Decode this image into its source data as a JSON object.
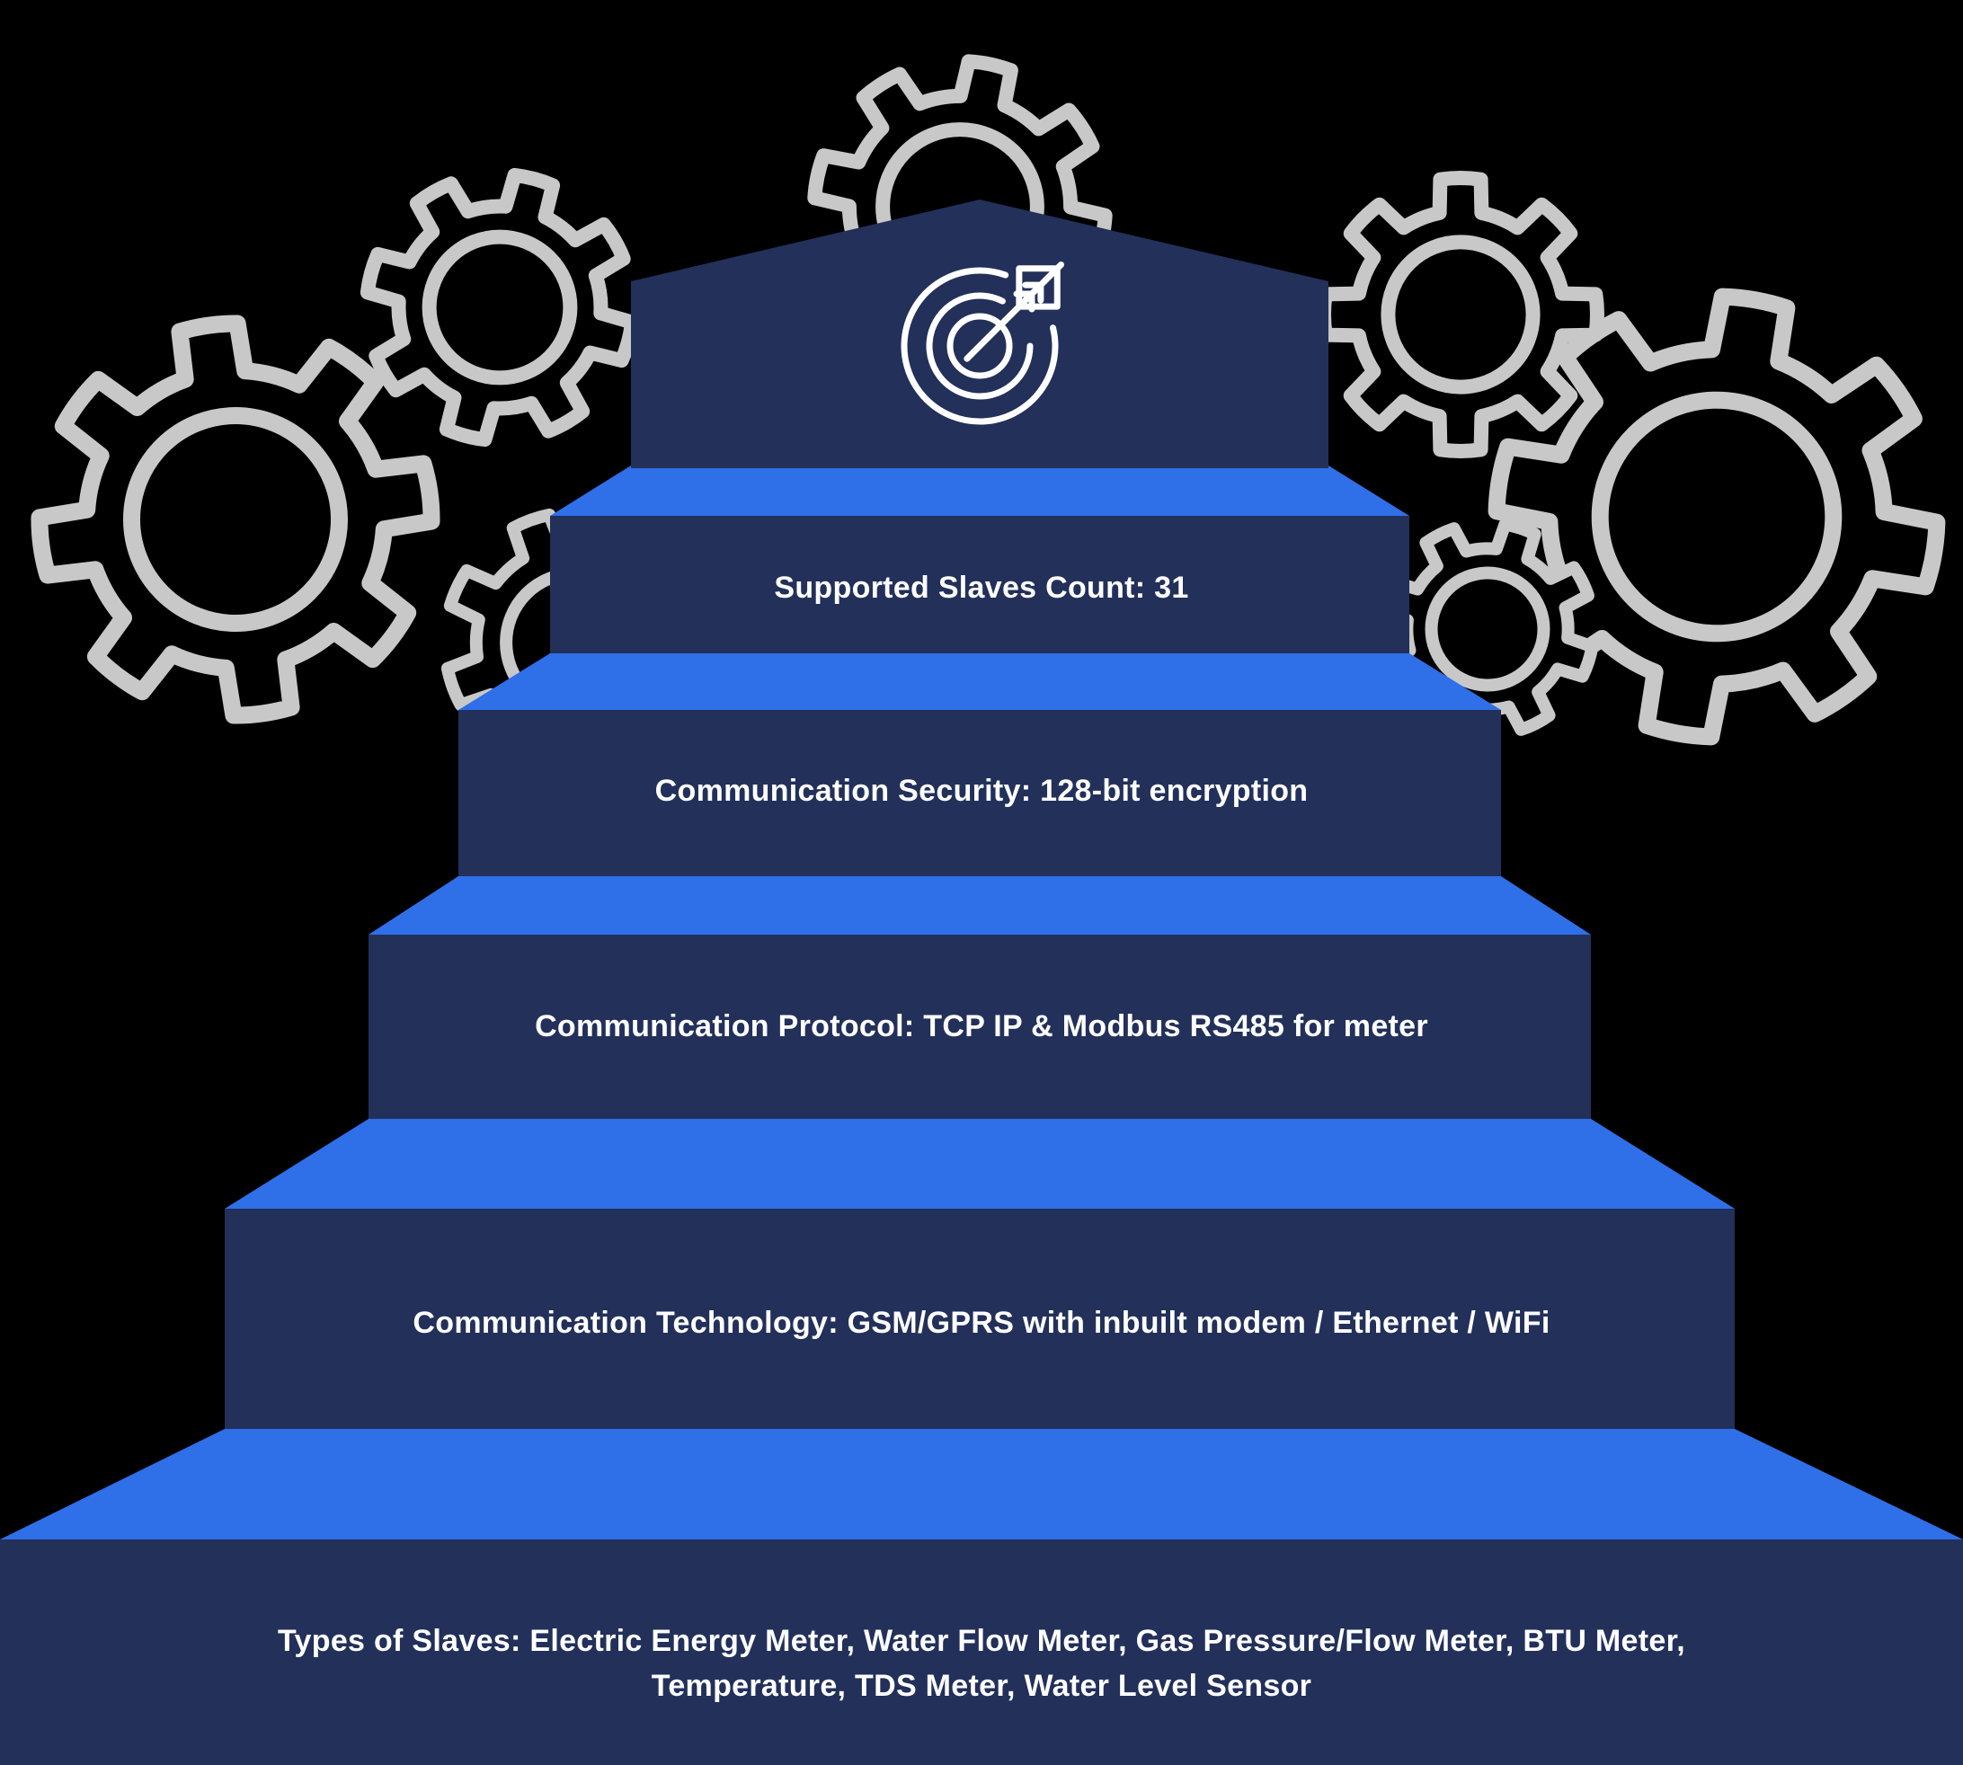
{
  "colors": {
    "background": "#000000",
    "step_face": "#22305A",
    "step_top": "#2F6FE8",
    "gear_outline": "#C8C8C8",
    "text": "#FFFFFF"
  },
  "icons": {
    "header": "target-arrow-icon",
    "background_decoration": "gear-icon"
  },
  "steps": [
    {
      "label": "Supported Slaves Count: 31"
    },
    {
      "label": "Communication Security: 128-bit encryption"
    },
    {
      "label": "Communication Protocol: TCP IP & Modbus RS485 for meter"
    },
    {
      "label": "Communication Technology: GSM/GPRS with inbuilt modem / Ethernet / WiFi"
    },
    {
      "label": "Types of Slaves: Electric Energy Meter, Water Flow Meter, Gas Pressure/Flow Meter, BTU Meter, Temperature, TDS Meter, Water Level Sensor",
      "lines": [
        "Types of Slaves: Electric Energy Meter, Water Flow Meter, Gas Pressure/Flow Meter, BTU Meter,",
        "Temperature, TDS Meter, Water Level Sensor"
      ]
    }
  ]
}
